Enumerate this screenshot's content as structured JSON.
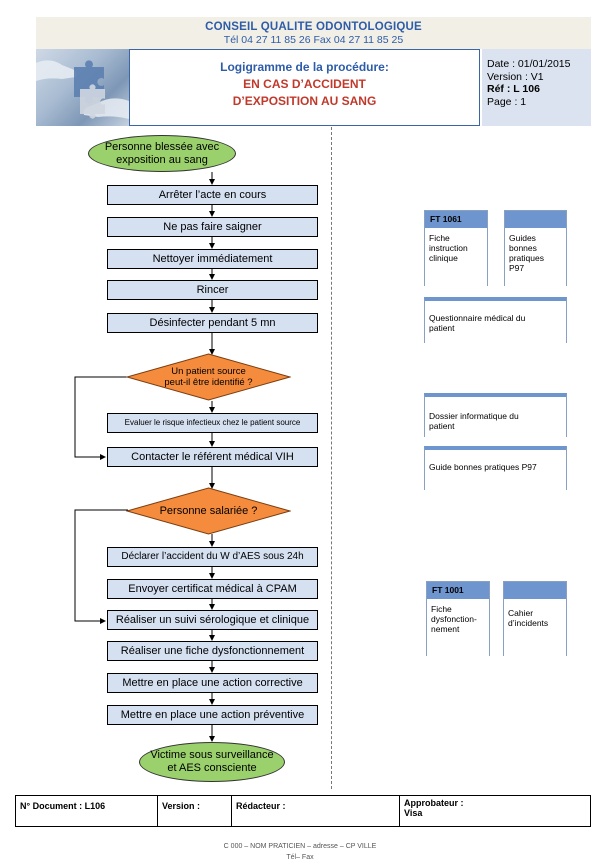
{
  "header": {
    "org_name": "CONSEIL QUALITE ODONTOLOGIQUE",
    "contact": "Tél 04 27 11 85 26   Fax 04 27 11 85 25",
    "title_line1": "Logigramme de la procédure:",
    "title_line2": "EN CAS D’ACCIDENT",
    "title_line3": "D’EXPOSITION AU SANG",
    "info": {
      "date": "Date : 01/01/2015",
      "version": "Version : V1",
      "ref": "Réf : L 106",
      "page": "Page : 1"
    }
  },
  "flow": {
    "start": [
      "Personne blessée avec",
      "exposition au sang"
    ],
    "step1": "Arrêter l’acte en cours",
    "step2": "Ne pas faire saigner",
    "step3": "Nettoyer immédiatement",
    "step4": "Rincer",
    "step5": "Désinfecter pendant 5 mn",
    "decision1": [
      "Un patient source",
      "peut-il être identifié ?"
    ],
    "step6": "Evaluer le risque infectieux chez le patient source",
    "step7": "Contacter le référent médical VIH",
    "decision2": "Personne salariée ?",
    "step8": "Déclarer l’accident du W d’AES sous 24h",
    "step9": "Envoyer certificat médical à CPAM",
    "step10": "Réaliser un suivi sérologique et clinique",
    "step11": "Réaliser une fiche dysfonctionnement",
    "step12": "Mettre en place une action corrective",
    "step13": "Mettre en place une action préventive",
    "end": [
      "Victime sous surveillance",
      "et AES consciente"
    ]
  },
  "docs": {
    "ft1061": {
      "head": "FT 1061",
      "lines": [
        "Fiche",
        "instruction",
        "clinique"
      ]
    },
    "guides": {
      "head": "",
      "lines": [
        "Guides",
        "bonnes",
        "pratiques",
        "P97"
      ]
    },
    "questionnaire": {
      "lines": [
        "Questionnaire médical du",
        "patient"
      ]
    },
    "dossier": {
      "lines": [
        "Dossier informatique du",
        "patient"
      ]
    },
    "guide_bp": {
      "lines": [
        "Guide bonnes pratiques P97"
      ]
    },
    "ft1001": {
      "head": "FT 1001",
      "lines": [
        "Fiche",
        "dysfonction-",
        "nement"
      ]
    },
    "cahier": {
      "head": "",
      "lines": [
        "Cahier",
        "d’incidents"
      ]
    }
  },
  "footer": {
    "doc_number": "N° Document : L106",
    "version": "Version :",
    "redacteur": "Rédacteur :",
    "approbateur": "Approbateur :",
    "visa": "Visa",
    "address": "C 000 – NOM PRATICIEN – adresse – CP VILLE",
    "tel": "Tél– Fax"
  },
  "colors": {
    "step_fill": "#d5e0f1",
    "oval_fill": "#9bd16d",
    "diamond_fill": "#f58b3c",
    "doc_header": "#6f95cf",
    "title_blue": "#2e5ca8",
    "title_red": "#c0392b"
  }
}
